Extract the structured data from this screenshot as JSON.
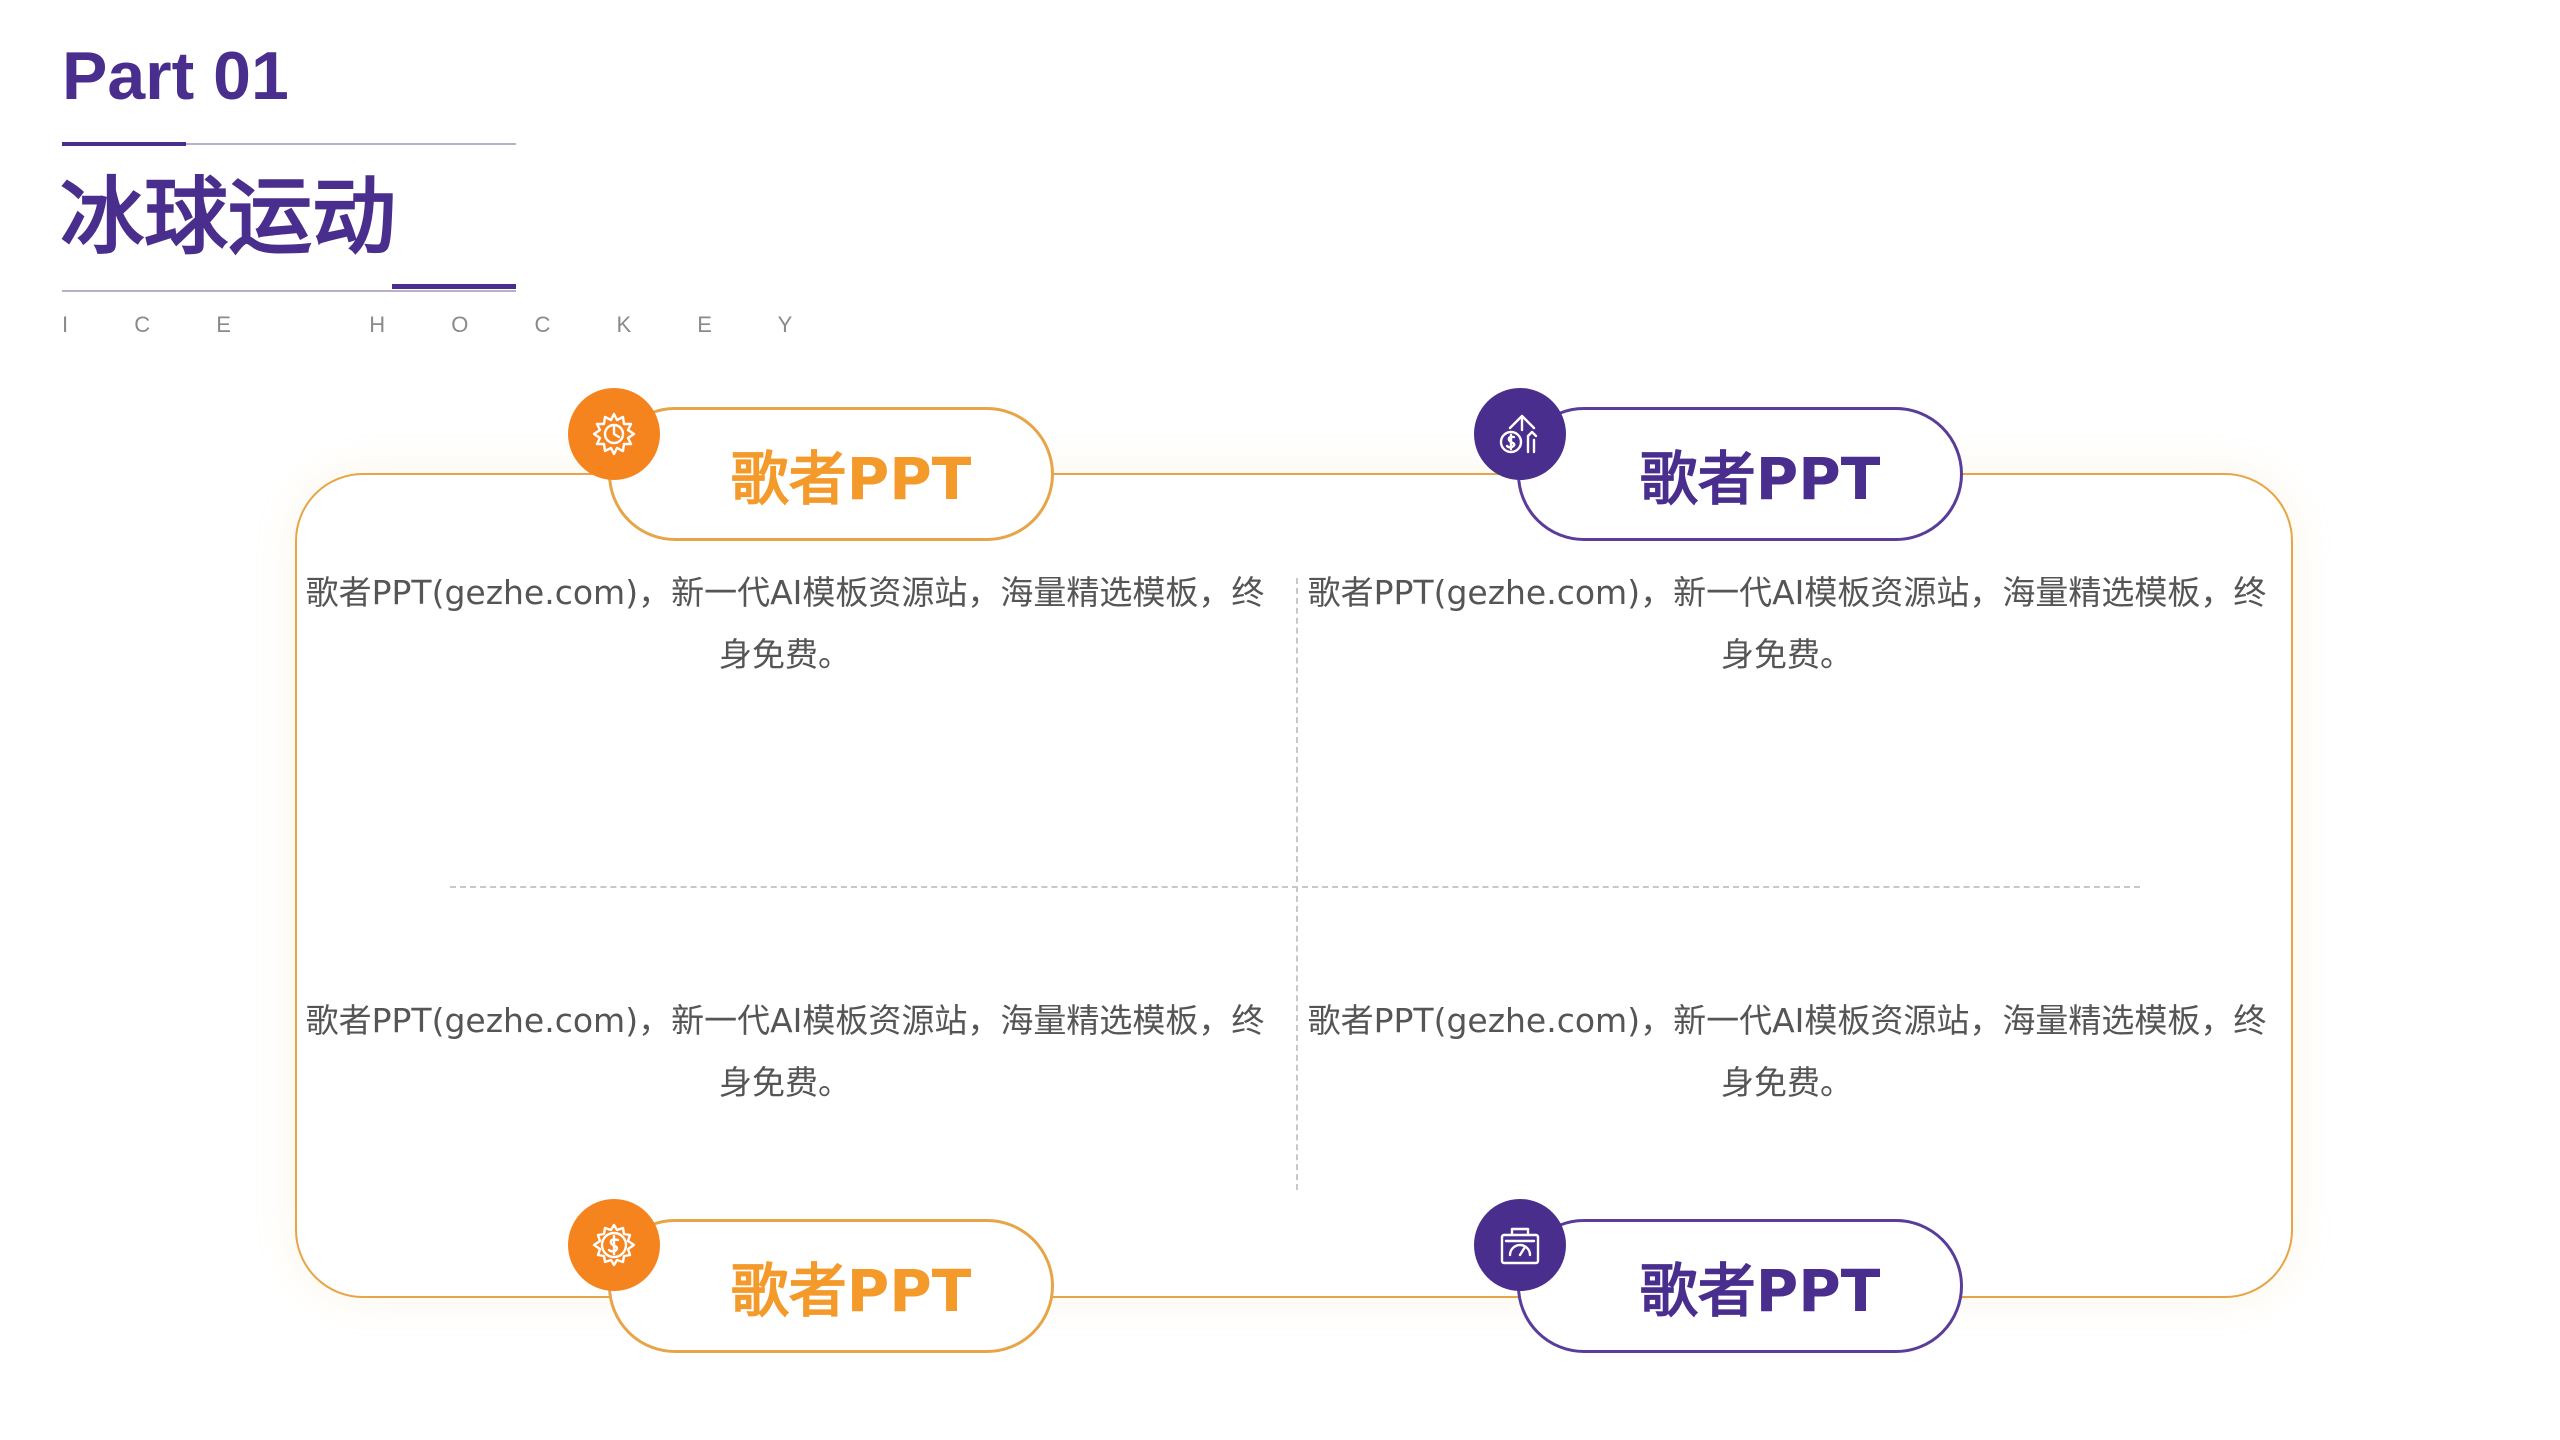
{
  "header": {
    "part_label": "Part 01",
    "title": "冰球运动",
    "subtitle": "I C E   H O C K E Y"
  },
  "cards": [
    {
      "heading": "歌者PPT",
      "body": "歌者PPT(gezhe.com)，新一代AI模板资源站，海量精选模板，终身免费。",
      "icon": "gear-icon"
    },
    {
      "heading": "歌者PPT",
      "body": "歌者PPT(gezhe.com)，新一代AI模板资源站，海量精选模板，终身免费。",
      "icon": "money-growth-icon"
    },
    {
      "heading": "歌者PPT",
      "body": "歌者PPT(gezhe.com)，新一代AI模板资源站，海量精选模板，终身免费。",
      "icon": "coin-gear-icon"
    },
    {
      "heading": "歌者PPT",
      "body": "歌者PPT(gezhe.com)，新一代AI模板资源站，海量精选模板，终身免费。",
      "icon": "briefcase-gauge-icon"
    }
  ],
  "colors": {
    "primary_purple": "#4a2e8d",
    "accent_orange": "#f5841f",
    "frame_gold": "#e6a548"
  }
}
